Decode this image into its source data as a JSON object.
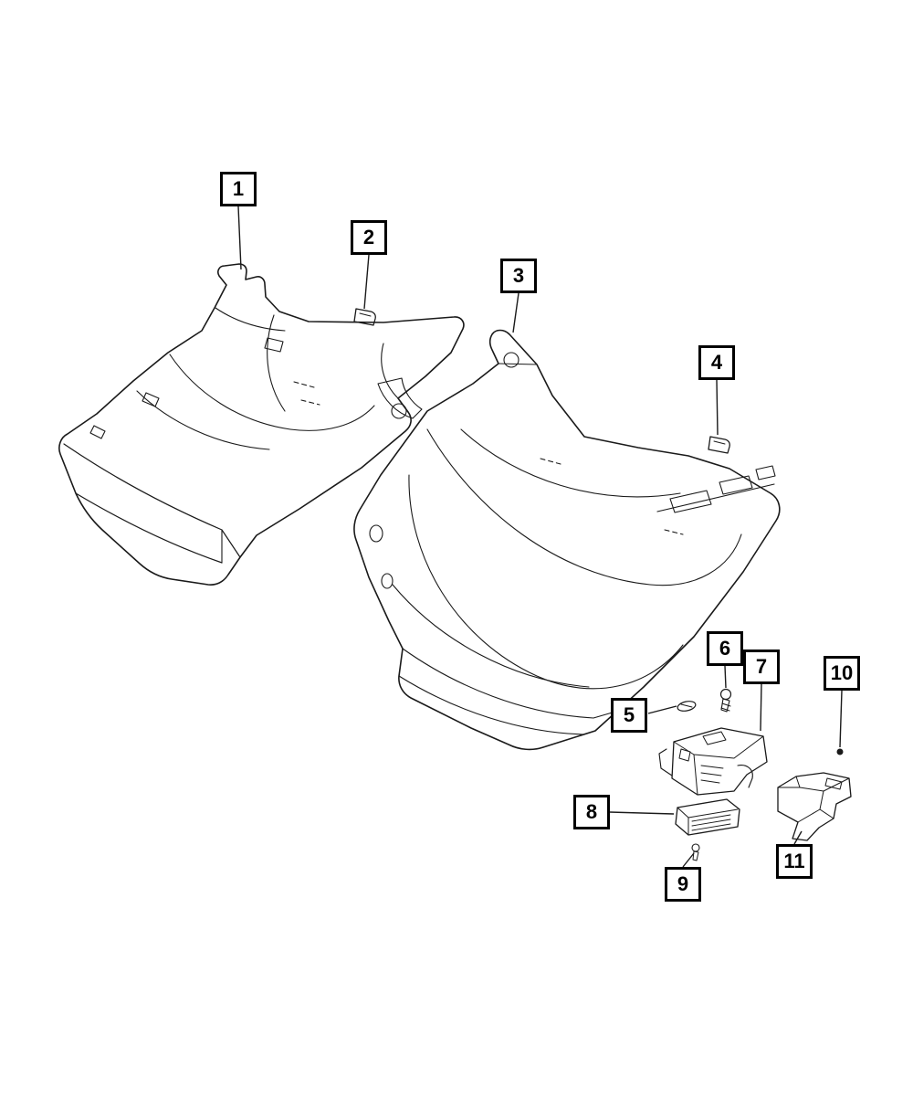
{
  "diagram": {
    "background_color": "#ffffff",
    "line_color": "#1a1a1a",
    "callouts": [
      {
        "label": "1"
      },
      {
        "label": "2"
      },
      {
        "label": "3"
      },
      {
        "label": "4"
      },
      {
        "label": "5"
      },
      {
        "label": "6"
      },
      {
        "label": "7"
      },
      {
        "label": "8"
      },
      {
        "label": "9"
      },
      {
        "label": "10"
      },
      {
        "label": "11"
      }
    ]
  }
}
